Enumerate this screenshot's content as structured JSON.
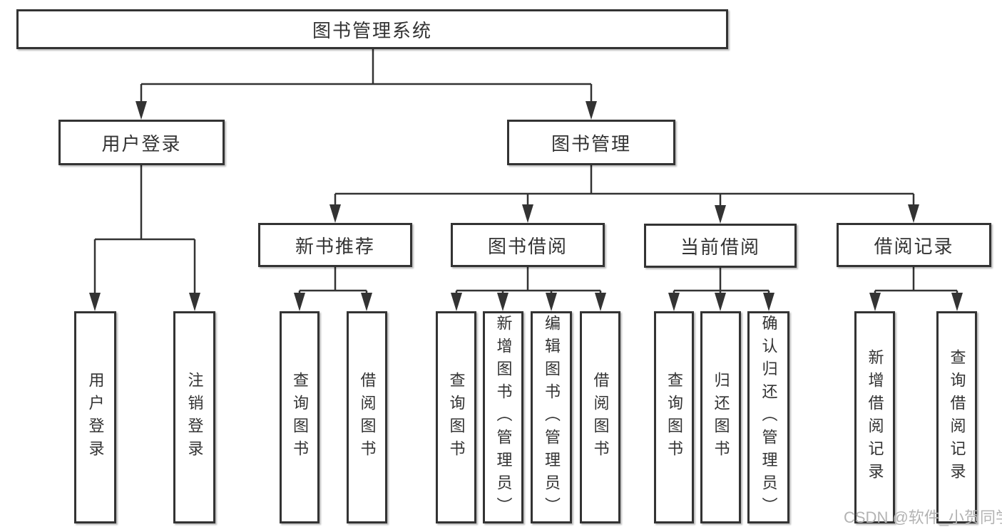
{
  "tree": {
    "label": "图书管理系统",
    "children": [
      {
        "label": "用户登录",
        "children": [
          {
            "label": "用户登录"
          },
          {
            "label": "注销登录"
          }
        ]
      },
      {
        "label": "图书管理",
        "children": [
          {
            "label": "新书推荐",
            "children": [
              {
                "label": "查询图书"
              },
              {
                "label": "借阅图书"
              }
            ]
          },
          {
            "label": "图书借阅",
            "children": [
              {
                "label": "查询图书"
              },
              {
                "label": "新增图书（管理员）"
              },
              {
                "label": "编辑图书（管理员）"
              },
              {
                "label": "借阅图书"
              }
            ]
          },
          {
            "label": "当前借阅",
            "children": [
              {
                "label": "查询图书"
              },
              {
                "label": "归还图书"
              },
              {
                "label": "确认归还（管理员）"
              }
            ]
          },
          {
            "label": "借阅记录",
            "children": [
              {
                "label": "新增借阅记录"
              },
              {
                "label": "查询借阅记录"
              }
            ]
          }
        ]
      }
    ]
  },
  "watermark": {
    "text": "CSDN @软件_小贺同学"
  },
  "colors": {
    "line": "#333333",
    "box_border": "#333333",
    "text": "#333333",
    "watermark": "#b3b3b3",
    "background": "#ffffff"
  }
}
